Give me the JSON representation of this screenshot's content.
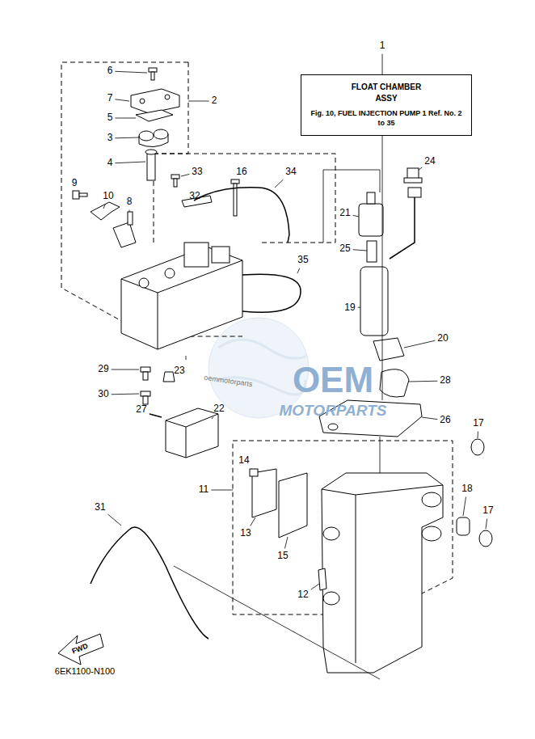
{
  "diagram": {
    "nodes": [
      {
        "text": [
          "FLOAT CHAMBER ASSY",
          "Fig. 10, FUEL INJECTION PUMP 1 Ref. No. 2 to 35"
        ]
      }
    ],
    "labels": [
      "1",
      "2",
      "3",
      "4",
      "5",
      "6",
      "7",
      "8",
      "9",
      "10",
      "11",
      "12",
      "13",
      "14",
      "15",
      "16",
      "17",
      "18",
      "19",
      "20",
      "21",
      "22",
      "23",
      "24",
      "25",
      "26",
      "27",
      "28",
      "29",
      "30",
      "31",
      "32",
      "33",
      "34",
      "35",
      "17",
      "FWD",
      "6EK1100-N100",
      "OEM",
      "MOTORPARTS",
      "oemmotorparts"
    ]
  }
}
